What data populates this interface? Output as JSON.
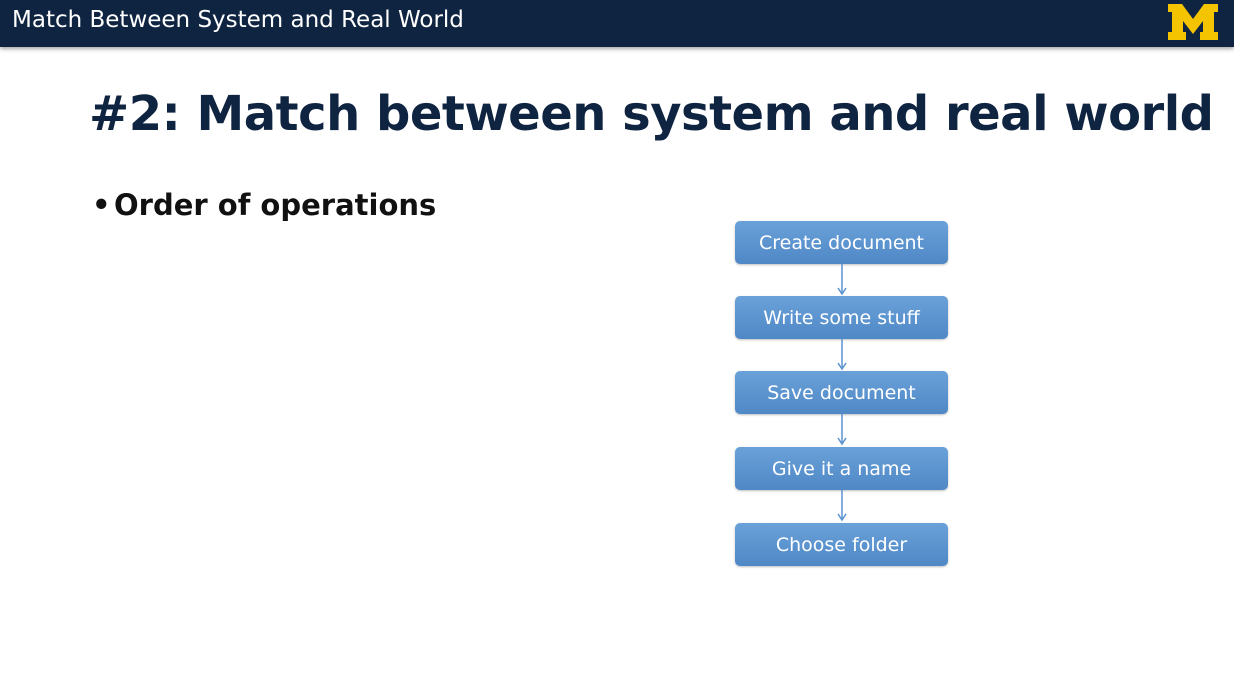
{
  "header": {
    "title": "Match Between System and Real World",
    "logo_letter": "M",
    "logo_color": "#f5c400",
    "bar_color": "#0f2441"
  },
  "slide": {
    "title": "#2: Match between system and real world",
    "bullet": "Order of operations"
  },
  "flowchart": {
    "box_color": "#5a93cf",
    "steps": [
      "Create document",
      "Write some stuff",
      "Save document",
      "Give it a name",
      "Choose folder"
    ]
  }
}
